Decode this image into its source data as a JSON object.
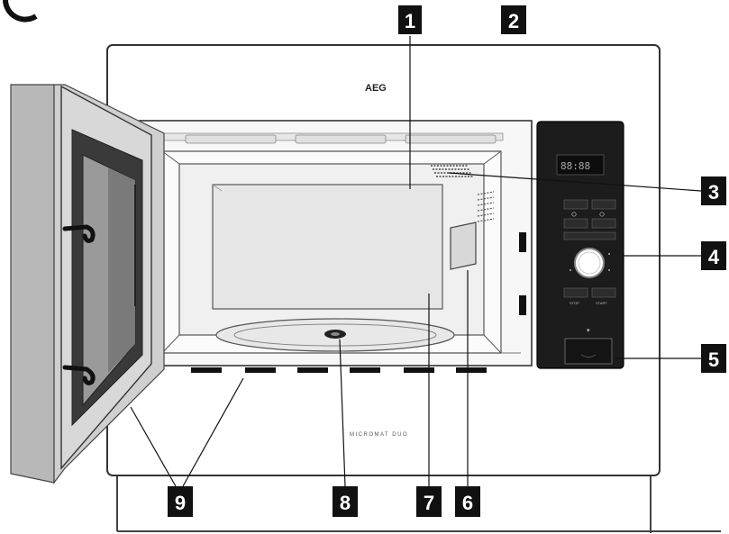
{
  "brand": "AEG",
  "model_text": "MICROMAT DUO",
  "panel": {
    "display_text": "88:88",
    "button_left_label": "STOP",
    "button_right_label": "START"
  },
  "callouts": [
    {
      "id": "1",
      "label": "1"
    },
    {
      "id": "2",
      "label": "2"
    },
    {
      "id": "3",
      "label": "3"
    },
    {
      "id": "4",
      "label": "4"
    },
    {
      "id": "5",
      "label": "5"
    },
    {
      "id": "6",
      "label": "6"
    },
    {
      "id": "7",
      "label": "7"
    },
    {
      "id": "8",
      "label": "8"
    },
    {
      "id": "9",
      "label": "9"
    }
  ],
  "colors": {
    "callout_box": "#111111",
    "panel": "#1c1c1c",
    "outline": "#333333",
    "door_frame": "#b8b8b8"
  }
}
